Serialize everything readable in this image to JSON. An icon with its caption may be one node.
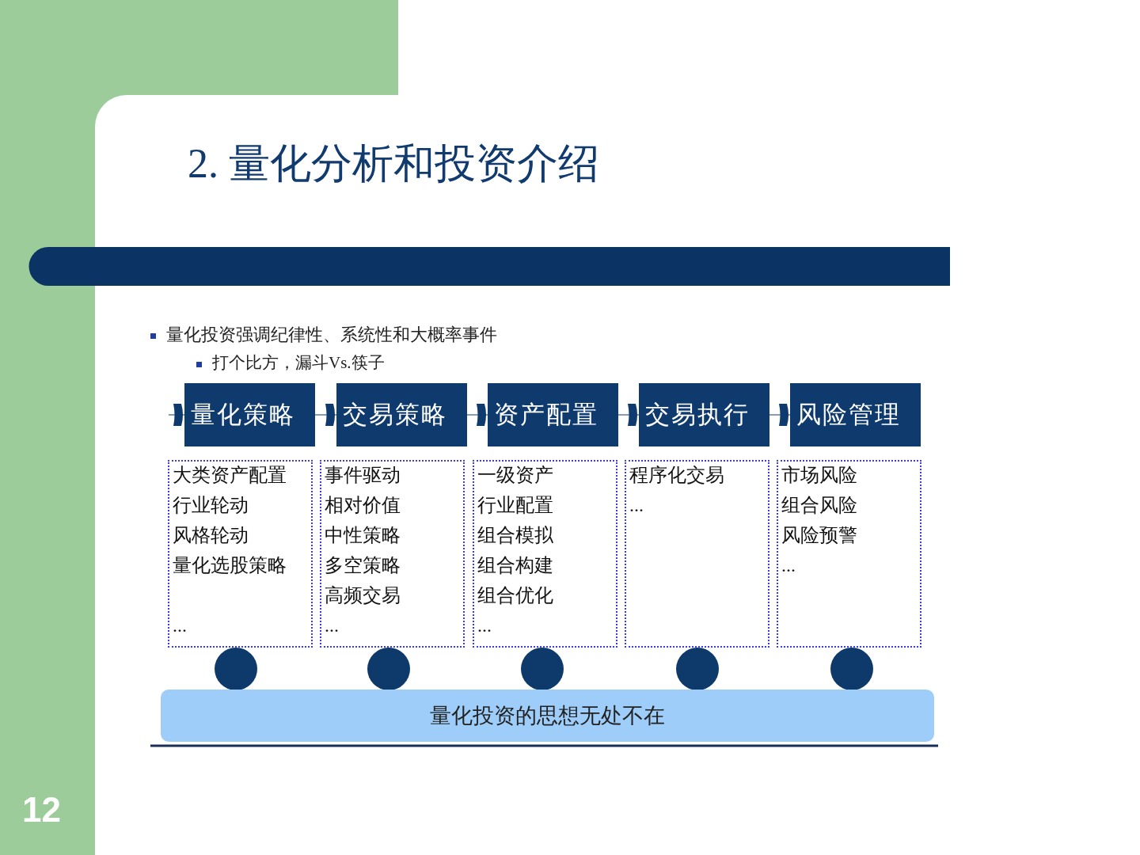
{
  "diagram": {
    "title": "2. 量化分析和投资介绍",
    "nodes": [
      {
        "text": [
          "量化策略"
        ]
      },
      {
        "text": [
          "交易策略"
        ]
      },
      {
        "text": [
          "资产配置"
        ]
      },
      {
        "text": [
          "交易执行"
        ]
      },
      {
        "text": [
          "风险管理"
        ]
      },
      {
        "text": [
          "大类资产配置",
          "行业轮动",
          "风格轮动",
          "量化选股策略",
          "..."
        ]
      },
      {
        "text": [
          "事件驱动",
          "相对价值",
          "中性策略",
          "多空策略",
          "高频交易",
          "..."
        ]
      },
      {
        "text": [
          "一级资产",
          "行业配置",
          "组合模拟",
          "组合构建",
          "组合优化",
          "..."
        ]
      },
      {
        "text": [
          "程序化交易",
          "..."
        ]
      },
      {
        "text": [
          "市场风险",
          "组合风险",
          "风险预警",
          "..."
        ]
      },
      {
        "text": [],
        "shape": "circle"
      },
      {
        "text": [],
        "shape": "circle"
      },
      {
        "text": [],
        "shape": "circle"
      },
      {
        "text": [],
        "shape": "circle"
      },
      {
        "text": [],
        "shape": "circle"
      },
      {
        "text": [
          "量化投资的思想无处不在"
        ]
      }
    ],
    "edges": [
      {
        "from": null,
        "to": 0,
        "arrow": "to"
      },
      {
        "from": 0,
        "to": 1,
        "arrow": "to"
      },
      {
        "from": 1,
        "to": 2,
        "arrow": "to"
      },
      {
        "from": 2,
        "to": 3,
        "arrow": "to"
      },
      {
        "from": 3,
        "to": 4,
        "arrow": "to"
      }
    ],
    "labels": [
      "量化投资强调纪律性、系统性和大概率事件",
      "打个比方，漏斗Vs.筷子",
      "12"
    ]
  }
}
